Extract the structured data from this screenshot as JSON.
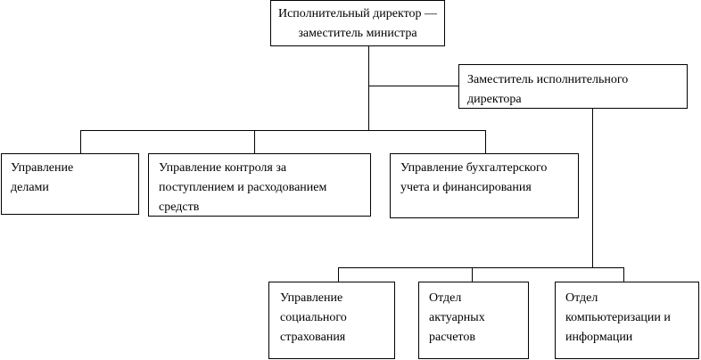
{
  "nodes": {
    "director": [
      "Исполнительный директор —",
      "заместитель министра"
    ],
    "deputy": [
      "Заместитель исполнительного",
      "директора"
    ],
    "affairs": [
      "Управление",
      "делами"
    ],
    "control": [
      "Управление контроля за",
      "поступлением и расходованием",
      "средств"
    ],
    "accounting": [
      "Управление бухгалтерского",
      "учета и финансирования"
    ],
    "social": [
      "Управление",
      "социального",
      "страхования"
    ],
    "actuarial": [
      "Отдел",
      "актуарных",
      "расчетов"
    ],
    "computing": [
      "Отдел",
      "компьютеризации и",
      "информации"
    ]
  }
}
